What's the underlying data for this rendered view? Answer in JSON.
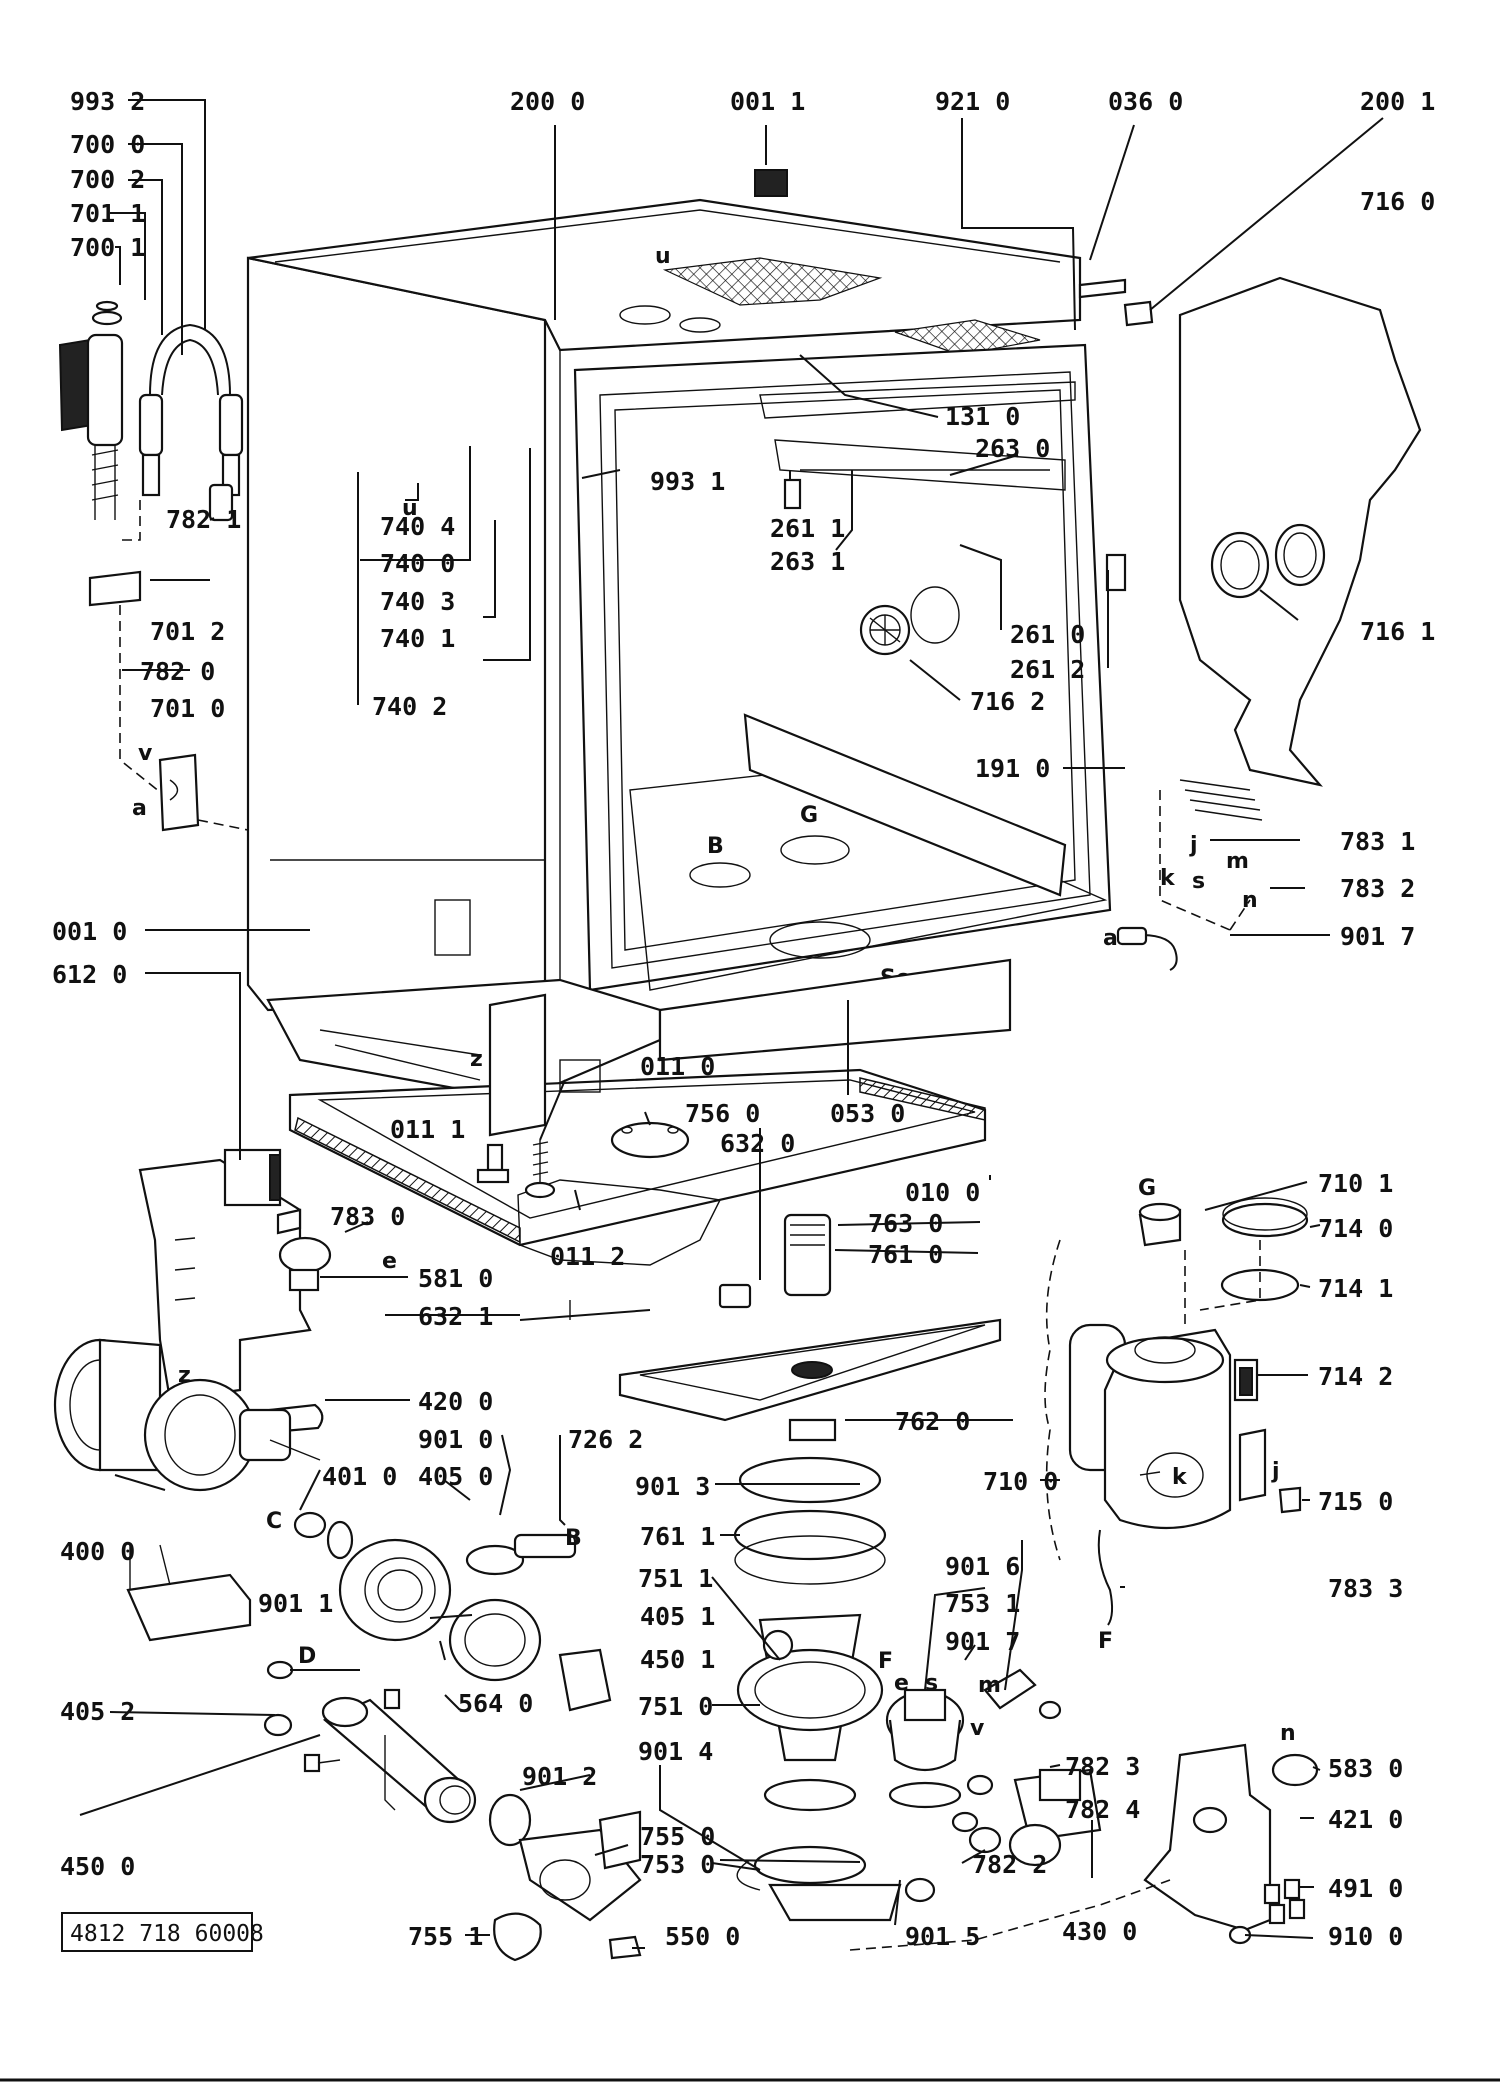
{
  "doc_code": "4812 718 60008",
  "parts": {
    "p993_2": "993 2",
    "p700_0": "700 0",
    "p700_2": "700 2",
    "p701_1": "701 1",
    "p700_1": "700 1",
    "p782_1": "782 1",
    "p701_2": "701 2",
    "p782_0": "782 0",
    "p701_0": "701 0",
    "p200_0": "200 0",
    "p001_1": "001 1",
    "p921_0": "921 0",
    "p036_0": "036 0",
    "p200_1": "200 1",
    "p716_0": "716 0",
    "p131_0": "131 0",
    "p263_0": "263 0",
    "p993_1": "993 1",
    "p261_1": "261 1",
    "p263_1": "263 1",
    "p716_1": "716 1",
    "p261_0": "261 0",
    "p261_2": "261 2",
    "p716_2": "716 2",
    "p740_4": "740 4",
    "p740_0": "740 0",
    "p740_3": "740 3",
    "p740_1": "740 1",
    "p740_2": "740 2",
    "p191_0": "191 0",
    "p783_1": "783 1",
    "p783_2": "783 2",
    "p901_7a": "901 7",
    "p001_0": "001 0",
    "p612_0": "612 0",
    "p011_0": "011 0",
    "p011_1": "011 1",
    "p756_0": "756 0",
    "p053_0": "053 0",
    "p632_0": "632 0",
    "p010_0": "010 0",
    "p783_0": "783 0",
    "p011_2": "011 2",
    "p763_0": "763 0",
    "p761_0": "761 0",
    "p581_0": "581 0",
    "p632_1": "632 1",
    "p710_1": "710 1",
    "p714_0": "714 0",
    "p714_1": "714 1",
    "p714_2": "714 2",
    "p420_0": "420 0",
    "p762_0": "762 0",
    "p901_0": "901 0",
    "p726_2": "726 2",
    "p401_0": "401 0",
    "p405_0": "405 0",
    "p710_0": "710 0",
    "p901_3": "901 3",
    "p400_0": "400 0",
    "p715_0": "715 0",
    "p761_1": "761 1",
    "p783_3": "783 3",
    "p751_1": "751 1",
    "p901_6": "901 6",
    "p753_1": "753 1",
    "p901_1": "901 1",
    "p405_1": "405 1",
    "p901_7b": "901 7",
    "p450_1": "450 1",
    "p751_0": "751 0",
    "p405_2": "405 2",
    "p564_0": "564 0",
    "p782_3": "782 3",
    "p901_4": "901 4",
    "p782_4": "782 4",
    "p583_0": "583 0",
    "p901_2": "901 2",
    "p421_0": "421 0",
    "p755_0": "755 0",
    "p450_0": "450 0",
    "p753_0": "753 0",
    "p782_2": "782 2",
    "p491_0": "491 0",
    "p430_0": "430 0",
    "p755_1": "755 1",
    "p550_0": "550 0",
    "p901_5": "901 5",
    "p910_0": "910 0"
  },
  "markers": {
    "u1": "u",
    "u2": "u",
    "v1": "v",
    "a1": "a",
    "z1": "z",
    "B1": "B",
    "G1": "G",
    "k1": "k",
    "j1": "j",
    "s1": "s",
    "m1": "m",
    "n1": "n",
    "a2": "a",
    "e1": "e",
    "z2": "z",
    "C1": "C",
    "B2": "B",
    "D1": "D",
    "G2": "G",
    "k2": "k",
    "j2": "j",
    "F1": "F",
    "F2": "F",
    "e2": "e",
    "s2": "s",
    "m2": "m",
    "v2": "v",
    "n2": "n",
    "stamp": "Sonn.91"
  }
}
